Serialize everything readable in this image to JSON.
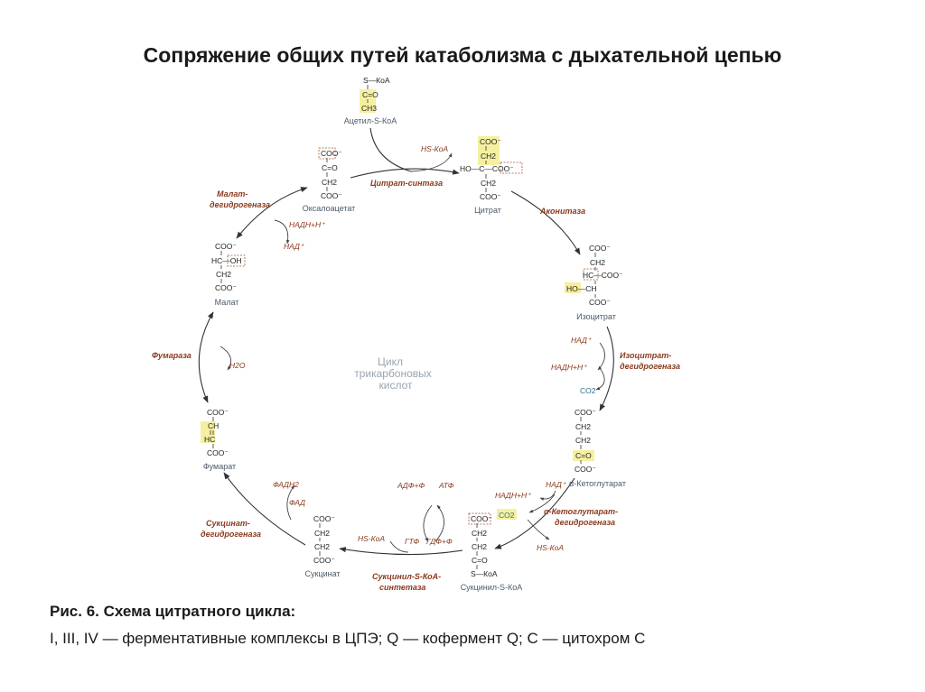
{
  "slide": {
    "title": "Сопряжение общих путей катаболизма с дыхательной цепью"
  },
  "diagram": {
    "center_label": [
      "Цикл",
      "трикарбоновых",
      "кислот"
    ],
    "compounds": {
      "acetyl": {
        "name": "Ацетил-S-КоА",
        "lines": [
          "S—КоА",
          "C=O",
          "CH3"
        ]
      },
      "oxaloacetate": {
        "name": "Оксалоацетат",
        "lines": [
          "COO⁻",
          "C=O",
          "CH2",
          "COO⁻"
        ]
      },
      "citrate": {
        "name": "Цитрат",
        "lines": [
          "COO⁻",
          "CH2",
          "HO—C—COO⁻",
          "CH2",
          "COO⁻"
        ]
      },
      "isocitrate": {
        "name": "Изоцитрат",
        "lines": [
          "COO⁻",
          "CH2",
          "HC—COO⁻",
          "HO—CH",
          "COO⁻"
        ]
      },
      "akg": {
        "name": "α-Кетоглутарат",
        "lines": [
          "COO⁻",
          "CH2",
          "CH2",
          "C=O",
          "COO⁻"
        ]
      },
      "succoa": {
        "name": "Сукцинил-S-КоА",
        "lines": [
          "COO⁻",
          "CH2",
          "CH2",
          "C=O",
          "S—КоА"
        ]
      },
      "succinate": {
        "name": "Сукцинат",
        "lines": [
          "COO⁻",
          "CH2",
          "CH2",
          "COO⁻"
        ]
      },
      "fumarate": {
        "name": "Фумарат",
        "lines": [
          "COO⁻",
          "CH",
          "HC",
          "COO⁻"
        ]
      },
      "malate": {
        "name": "Малат",
        "lines": [
          "COO⁻",
          "HC—OH",
          "CH2",
          "COO⁻"
        ]
      }
    },
    "enzymes": {
      "citrate_synthase": "Цитрат-синтаза",
      "aconitase": "Аконитаза",
      "idh": [
        "Изоцитрат-",
        "дегидрогеназа"
      ],
      "akgdh": [
        "α-Кетоглутарат-",
        "дегидрогеназа"
      ],
      "scs": [
        "Сукцинил-S-КоА-",
        "синтетаза"
      ],
      "sdh": [
        "Сукцинат-",
        "дегидрогеназа"
      ],
      "fumarase": "Фумараза",
      "mdh": [
        "Малат-",
        "дегидрогеназа"
      ]
    },
    "cofactors": {
      "hskoa1": "HS-КоА",
      "nad1": "НАД⁺",
      "nadh1": "НАДН+Н⁺",
      "co2_1": "CO2",
      "nad2": "НАД⁺",
      "nadh2": "НАДН+Н⁺",
      "co2_2": "CO2",
      "hskoa2": "HS-КоА",
      "adp": "АДФ+Ф",
      "atp": "АТФ",
      "gtp": "ГТФ",
      "gdp": "ГДФ+Ф",
      "hskoa3": "HS-КоА",
      "fadh2": "ФАДН2",
      "fad": "ФАД",
      "h2o": "H2O",
      "nadh3": "НАДН+Н⁺",
      "nad3": "НАД⁺"
    }
  },
  "caption": {
    "title": "Рис. 6. Схема цитратного цикла:",
    "text": "I, III, IV — ферментативные комплексы в ЦПЭ; Q — кофермент Q; C — цитохром C"
  }
}
